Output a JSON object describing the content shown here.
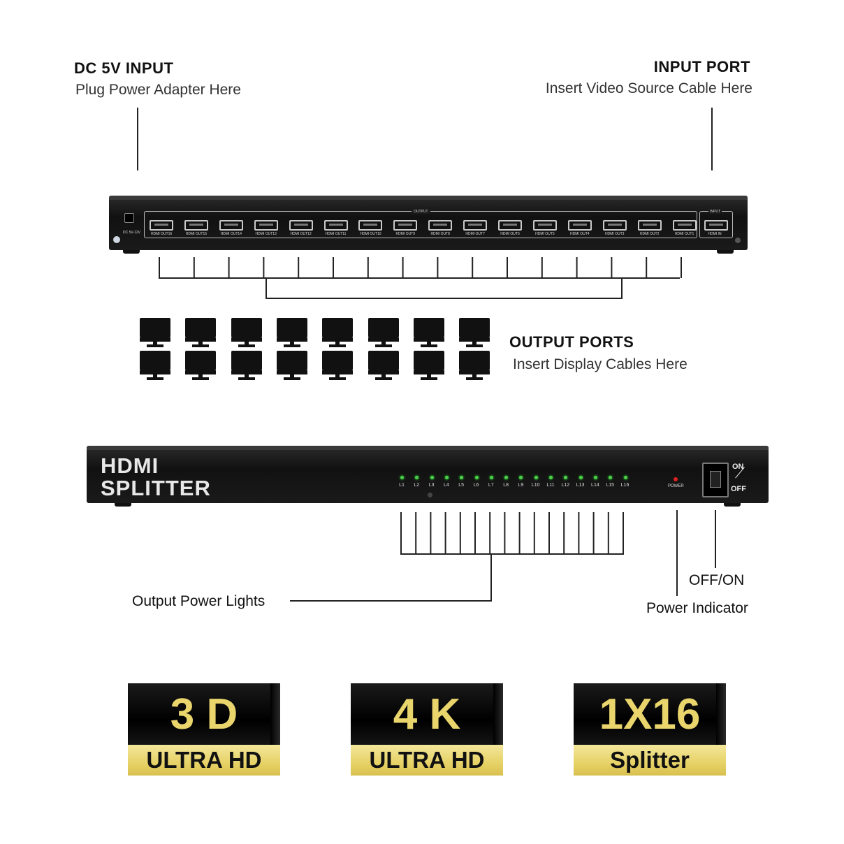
{
  "callouts": {
    "dc_input": {
      "title": "DC 5V INPUT",
      "subtitle": "Plug Power Adapter Here"
    },
    "input_port": {
      "title": "INPUT PORT",
      "subtitle": "Insert Video Source Cable Here"
    },
    "output_ports": {
      "title": "OUTPUT PORTS",
      "subtitle": "Insert Display Cables Here"
    },
    "output_lights": "Output Power Lights",
    "off_on": "OFF/ON",
    "power_indicator": "Power Indicator"
  },
  "rear_panel": {
    "dc_label": "DC 5V-12V",
    "output_group_label": "OUTPUT",
    "input_group_label": "INPUT",
    "input_port_label": "HDMI IN",
    "output_port_labels": [
      "HDMI OUT16",
      "HDMI OUT15",
      "HDMI OUT14",
      "HDMI OUT13",
      "HDMI OUT12",
      "HDMI OUT11",
      "HDMI OUT10",
      "HDMI OUT9",
      "HDMI OUT8",
      "HDMI OUT7",
      "HDMI OUT6",
      "HDMI OUT5",
      "HDMI OUT4",
      "HDMI OUT3",
      "HDMI OUT2",
      "HDMI OUT1"
    ]
  },
  "front_panel": {
    "title_line1": "HDMI",
    "title_line2": "SPLITTER",
    "led_labels": [
      "L1",
      "L2",
      "L3",
      "L4",
      "L5",
      "L6",
      "L7",
      "L8",
      "L9",
      "L10",
      "L11",
      "L12",
      "L13",
      "L14",
      "L15",
      "L16"
    ],
    "power_label": "POWER",
    "switch_on": "ON",
    "switch_off": "OFF"
  },
  "badges": [
    {
      "big": "3 D",
      "small": "ULTRA HD"
    },
    {
      "big": "4 K",
      "small": "ULTRA HD"
    },
    {
      "big": "1X16",
      "small": "Splitter"
    }
  ],
  "colors": {
    "led": "#4bd14b",
    "badge_gold": "#e9d56c",
    "device": "#1a1a1a"
  }
}
